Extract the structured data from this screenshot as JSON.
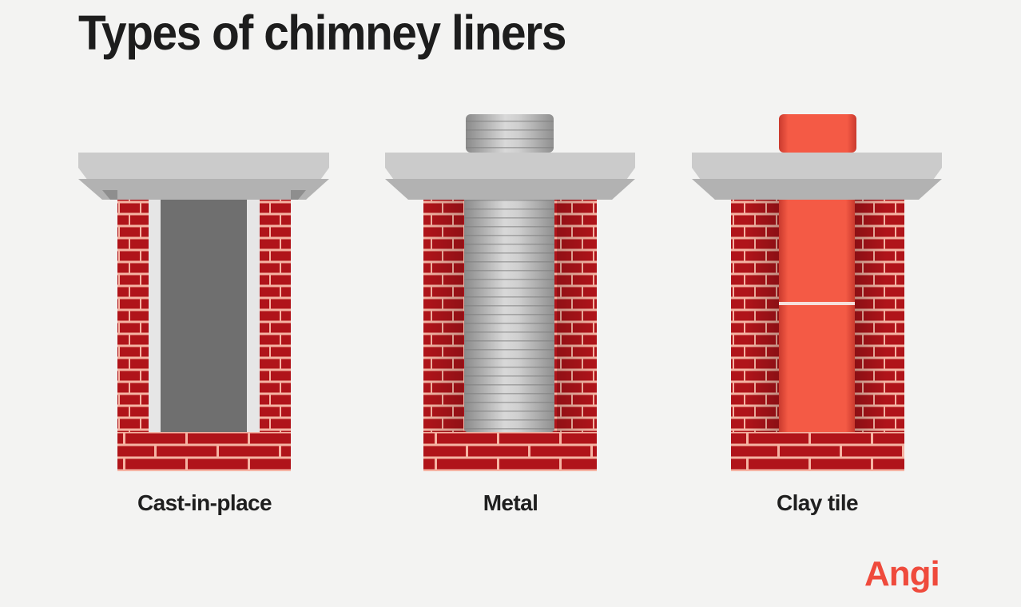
{
  "title": "Types of chimney liners",
  "chimneys": [
    {
      "label": "Cast-in-place",
      "liner": "cast-in-place",
      "liner_color": "#6f6f6f"
    },
    {
      "label": "Metal",
      "liner": "metal",
      "liner_color": "#b8b8b8"
    },
    {
      "label": "Clay tile",
      "liner": "clay-tile",
      "liner_color": "#f45a45"
    }
  ],
  "colors": {
    "background": "#f3f3f2",
    "brick": "#b0141a",
    "mortar": "#f7b7a8",
    "cap": "#cbcbcb",
    "cap_shadow": "#8e8e8e",
    "brand": "#ef4a3c"
  },
  "brand": {
    "name": "Angi"
  }
}
